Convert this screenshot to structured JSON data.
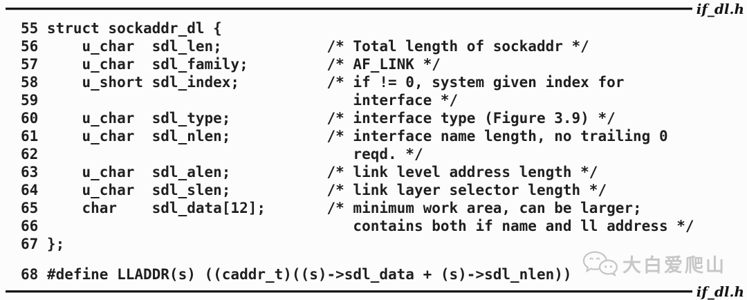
{
  "header": {
    "file_label": "if_dl.h"
  },
  "footer": {
    "file_label": "if_dl.h"
  },
  "code": {
    "line_start": 55,
    "line_end": 68,
    "lines": [
      "55 struct sockaddr_dl {",
      "56     u_char  sdl_len;            /* Total length of sockaddr */",
      "57     u_char  sdl_family;         /* AF_LINK */",
      "58     u_short sdl_index;          /* if != 0, system given index for",
      "59                                    interface */",
      "60     u_char  sdl_type;           /* interface type (Figure 3.9) */",
      "61     u_char  sdl_nlen;           /* interface name length, no trailing 0",
      "62                                    reqd. */",
      "63     u_char  sdl_alen;           /* link level address length */",
      "64     u_char  sdl_slen;           /* link layer selector length */",
      "65     char    sdl_data[12];       /* minimum work area, can be larger;",
      "66                                    contains both if name and ll address */",
      "67 };",
      "",
      "68 #define LLADDR(s) ((caddr_t)((s)->sdl_data + (s)->sdl_nlen))"
    ]
  },
  "watermark": {
    "text": "大白爱爬山",
    "icon": "chat-bubble-faces-logo"
  },
  "colors": {
    "text": "#1f1f1f",
    "rule": "#141414",
    "background": "#fcfcfc",
    "watermark": "#c7c7c7"
  }
}
